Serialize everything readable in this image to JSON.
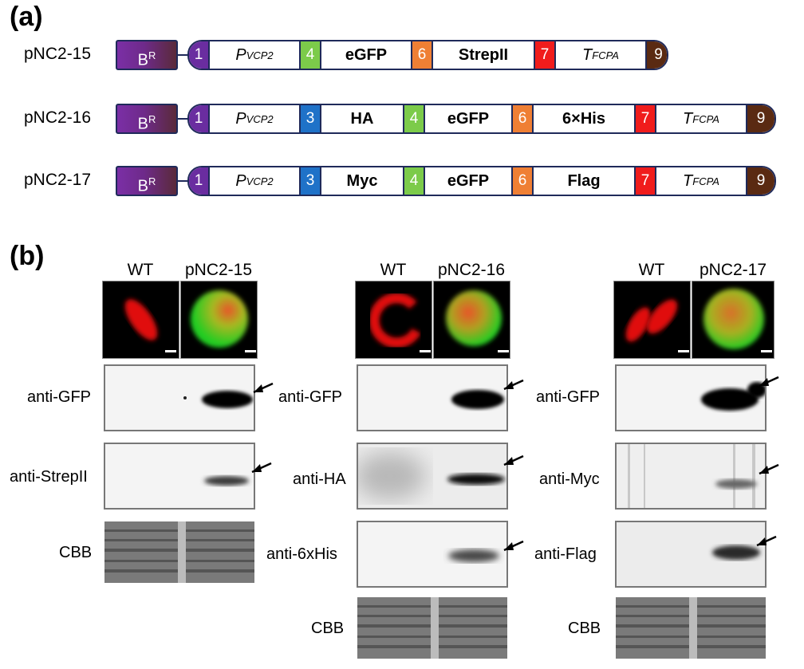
{
  "panel_a": {
    "label": "(a)",
    "constructs": [
      {
        "name": "pNC2-15",
        "marker": "B",
        "marker_sup": "R",
        "segments": [
          {
            "kind": "num",
            "text": "1",
            "color": "#6a2da0"
          },
          {
            "kind": "promoter",
            "text": "P",
            "sub": "VCP2"
          },
          {
            "kind": "num",
            "text": "4",
            "color": "#7ccb4a"
          },
          {
            "kind": "bold",
            "text": "eGFP"
          },
          {
            "kind": "num",
            "text": "6",
            "color": "#ef7f34"
          },
          {
            "kind": "bold",
            "text": "StrepII"
          },
          {
            "kind": "num",
            "text": "7",
            "color": "#f01c1c"
          },
          {
            "kind": "promoter",
            "text": "T",
            "sub": "FCPA"
          },
          {
            "kind": "num",
            "text": "9",
            "color": "#5a2a12"
          }
        ]
      },
      {
        "name": "pNC2-16",
        "marker": "B",
        "marker_sup": "R",
        "segments": [
          {
            "kind": "num",
            "text": "1",
            "color": "#6a2da0"
          },
          {
            "kind": "promoter",
            "text": "P",
            "sub": "VCP2"
          },
          {
            "kind": "num",
            "text": "3",
            "color": "#1f72c8"
          },
          {
            "kind": "bold",
            "text": "HA"
          },
          {
            "kind": "num",
            "text": "4",
            "color": "#7ccb4a"
          },
          {
            "kind": "bold",
            "text": "eGFP"
          },
          {
            "kind": "num",
            "text": "6",
            "color": "#ef7f34"
          },
          {
            "kind": "bold",
            "text": "6×His"
          },
          {
            "kind": "num",
            "text": "7",
            "color": "#f01c1c"
          },
          {
            "kind": "promoter",
            "text": "T",
            "sub": "FCPA"
          },
          {
            "kind": "num",
            "text": "9",
            "color": "#5a2a12"
          }
        ]
      },
      {
        "name": "pNC2-17",
        "marker": "B",
        "marker_sup": "R",
        "segments": [
          {
            "kind": "num",
            "text": "1",
            "color": "#6a2da0"
          },
          {
            "kind": "promoter",
            "text": "P",
            "sub": "VCP2"
          },
          {
            "kind": "num",
            "text": "3",
            "color": "#1f72c8"
          },
          {
            "kind": "bold",
            "text": "Myc"
          },
          {
            "kind": "num",
            "text": "4",
            "color": "#7ccb4a"
          },
          {
            "kind": "bold",
            "text": "eGFP"
          },
          {
            "kind": "num",
            "text": "6",
            "color": "#ef7f34"
          },
          {
            "kind": "bold",
            "text": "Flag"
          },
          {
            "kind": "num",
            "text": "7",
            "color": "#f01c1c"
          },
          {
            "kind": "promoter",
            "text": "T",
            "sub": "FCPA"
          },
          {
            "kind": "num",
            "text": "9",
            "color": "#5a2a12"
          }
        ]
      }
    ]
  },
  "panel_b": {
    "label": "(b)",
    "groups": [
      {
        "wt": "WT",
        "construct": "pNC2-15",
        "blots": [
          "anti-GFP",
          "anti-StrepII"
        ],
        "stain": "CBB"
      },
      {
        "wt": "WT",
        "construct": "pNC2-16",
        "blots": [
          "anti-GFP",
          "anti-HA",
          "anti-6xHis"
        ],
        "stain": "CBB"
      },
      {
        "wt": "WT",
        "construct": "pNC2-17",
        "blots": [
          "anti-GFP",
          "anti-Myc",
          "anti-Flag"
        ],
        "stain": "CBB"
      }
    ]
  },
  "colors": {
    "outline": "#1f2a5a",
    "wt_cell": "#e01010",
    "gfp": "#22cc22"
  }
}
